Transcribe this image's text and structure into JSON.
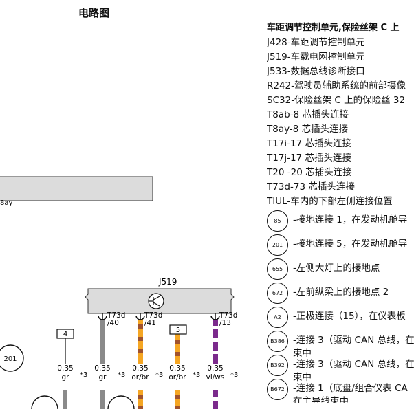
{
  "diagram_title": "电路图",
  "legend": {
    "heading": "车距调节控制单元,保险丝架 C 上",
    "components": [
      {
        "code": "J428",
        "desc": "-车距调节控制单元"
      },
      {
        "code": "J519",
        "desc": "-车载电网控制单元"
      },
      {
        "code": "J533",
        "desc": "-数据总线诊断接口"
      },
      {
        "code": "R242",
        "desc": "-驾驶员辅助系统的前部摄像"
      },
      {
        "code": "SC32",
        "desc": "-保险丝架 C 上的保险丝 32"
      },
      {
        "code": "T8ab",
        "desc": "-8 芯插头连接"
      },
      {
        "code": "T8ay",
        "desc": "-8 芯插头连接"
      },
      {
        "code": "T17i",
        "desc": "-17 芯插头连接"
      },
      {
        "code": "T17j",
        "desc": "-17 芯插头连接"
      },
      {
        "code": "T20",
        "desc": " -20 芯插头连接"
      },
      {
        "code": "T73d",
        "desc": "-73 芯插头连接"
      },
      {
        "code": "TIUL",
        "desc": "-车内的下部左侧连接位置"
      }
    ],
    "grounds": [
      {
        "id": "85",
        "line1": "-接地连接 1，在发动机舱导",
        "line2": ""
      },
      {
        "id": "201",
        "line1": "-接地连接 5，在发动机舱导",
        "line2": ""
      },
      {
        "id": "655",
        "line1": "-左侧大灯上的接地点",
        "line2": ""
      },
      {
        "id": "672",
        "line1": "-左前纵梁上的接地点 2",
        "line2": ""
      },
      {
        "id": "A2",
        "line1": "-正极连接（15），在仪表板",
        "line2": ""
      },
      {
        "id": "B386",
        "line1": "-连接 3（驱动 CAN 总线，在",
        "line2": "束中"
      },
      {
        "id": "B392",
        "line1": "-连接 3（驱动 CAN 总线，在",
        "line2": "束中"
      },
      {
        "id": "B672",
        "line1": "-连接 1（底盘/组合仪表 CA",
        "line2": "在主导线束中"
      }
    ]
  },
  "left_block": {
    "label": "8ay"
  },
  "j519": {
    "label": "J519"
  },
  "connectors": [
    {
      "pin_label": "T73d",
      "pin_num": "/40"
    },
    {
      "pin_label": "T73d",
      "pin_num": "/41"
    },
    {
      "pin_label": "T73d",
      "pin_num": "/13"
    }
  ],
  "boxed_numbers": [
    "4",
    "5"
  ],
  "left_circle": "201",
  "wires": [
    {
      "size": "0.35",
      "color": "gr",
      "ref": "*3"
    },
    {
      "size": "0.35",
      "color": "gr",
      "ref": "*3"
    },
    {
      "size": "0.35",
      "color": "or/br",
      "ref": "*3"
    },
    {
      "size": "0.35",
      "color": "or/br",
      "ref": "*3"
    },
    {
      "size": "0.35",
      "color": "vi/ws",
      "ref": "*3"
    }
  ],
  "wire_colors": {
    "gr": "#8a8a8a",
    "or": "#f5a623",
    "br": "#a0522d",
    "vi": "#7b2a8c",
    "ws": "#ffffff"
  }
}
